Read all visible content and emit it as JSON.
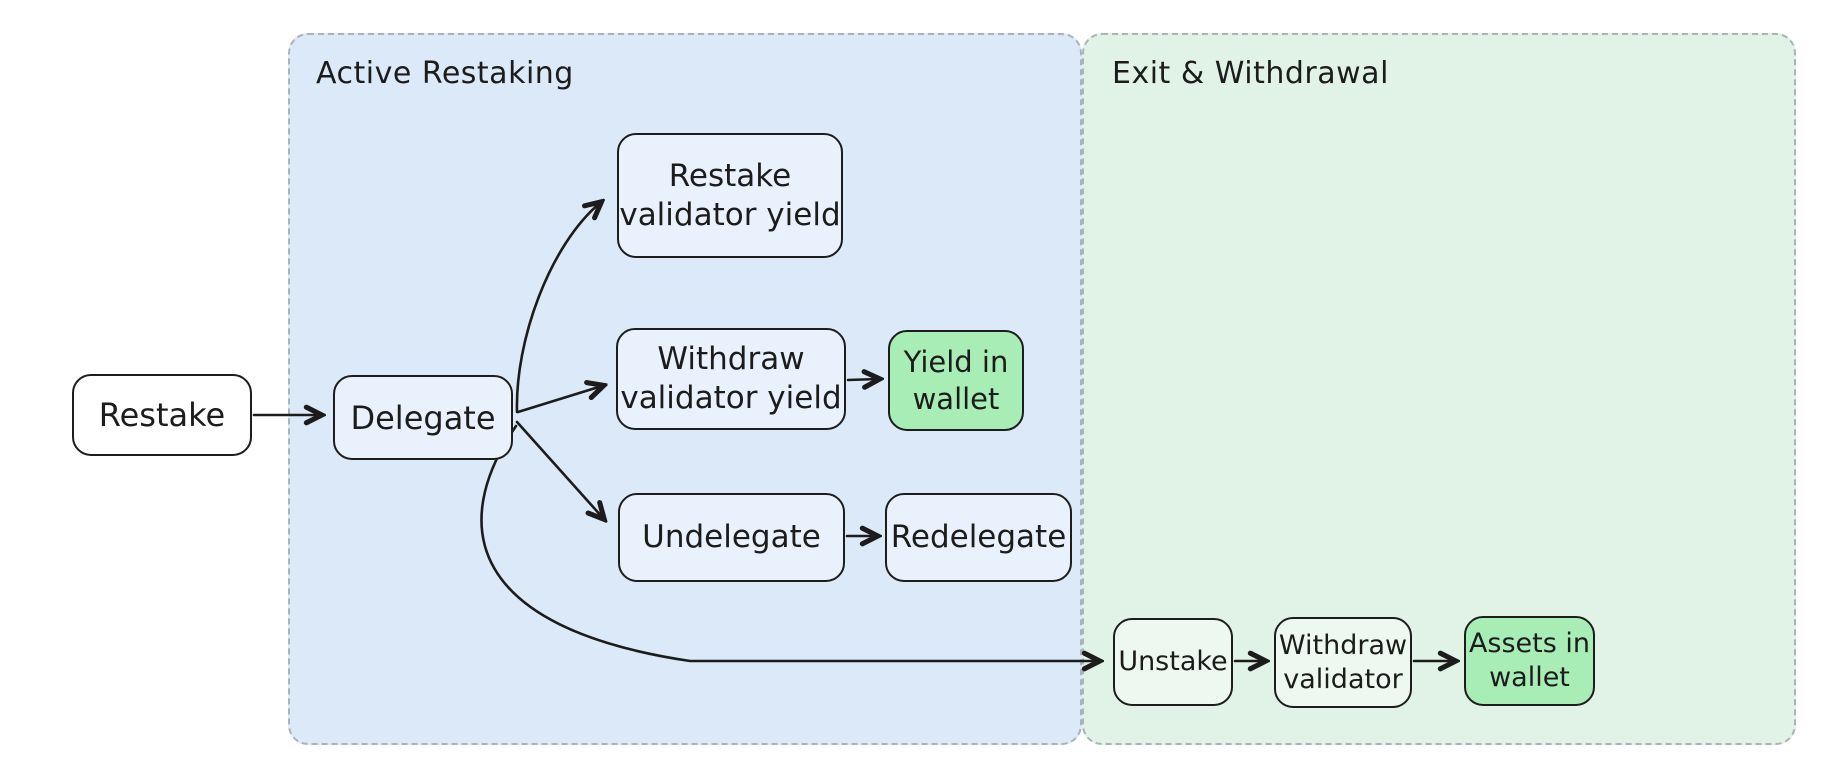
{
  "diagram": {
    "type": "flowchart",
    "sections": [
      {
        "id": "active",
        "label": "Active Restaking",
        "fill": "#dbe9f9"
      },
      {
        "id": "exit",
        "label": "Exit & Withdrawal",
        "fill": "#e1f3e6"
      }
    ],
    "nodes": {
      "restake": {
        "label": "Restake",
        "fill": "#ffffff"
      },
      "delegate": {
        "label": "Delegate",
        "fill": "#e9f2fc"
      },
      "restake_validator_yield": {
        "label": "Restake\nvalidator yield",
        "fill": "#e9f2fc"
      },
      "withdraw_validator_yield": {
        "label": "Withdraw\nvalidator yield",
        "fill": "#e9f2fc"
      },
      "yield_in_wallet": {
        "label": "Yield in\nwallet",
        "fill": "#a8ecb6"
      },
      "undelegate": {
        "label": "Undelegate",
        "fill": "#e9f2fc"
      },
      "redelegate": {
        "label": "Redelegate",
        "fill": "#e9f2fc"
      },
      "unstake": {
        "label": "Unstake",
        "fill": "#edf8f0"
      },
      "withdraw_validator": {
        "label": "Withdraw\nvalidator",
        "fill": "#edf8f0"
      },
      "assets_in_wallet": {
        "label": "Assets in\nwallet",
        "fill": "#a8ecb6"
      }
    },
    "edges": [
      {
        "from": "Restake",
        "to": "Delegate"
      },
      {
        "from": "Delegate",
        "to": "Restake validator yield"
      },
      {
        "from": "Delegate",
        "to": "Withdraw validator yield"
      },
      {
        "from": "Delegate",
        "to": "Undelegate"
      },
      {
        "from": "Delegate",
        "to": "Unstake"
      },
      {
        "from": "Withdraw validator yield",
        "to": "Yield in wallet"
      },
      {
        "from": "Undelegate",
        "to": "Redelegate"
      },
      {
        "from": "Unstake",
        "to": "Withdraw validator"
      },
      {
        "from": "Withdraw validator",
        "to": "Assets in wallet"
      }
    ],
    "colors": {
      "stroke": "#1c1c1c",
      "section_border": "#aab2ba",
      "active_section_fill": "#dbe9f9",
      "exit_section_fill": "#e1f3e6",
      "blue_node_fill": "#e9f2fc",
      "light_green_node_fill": "#edf8f0",
      "green_node_fill": "#a8ecb6",
      "white_node_fill": "#ffffff"
    }
  }
}
